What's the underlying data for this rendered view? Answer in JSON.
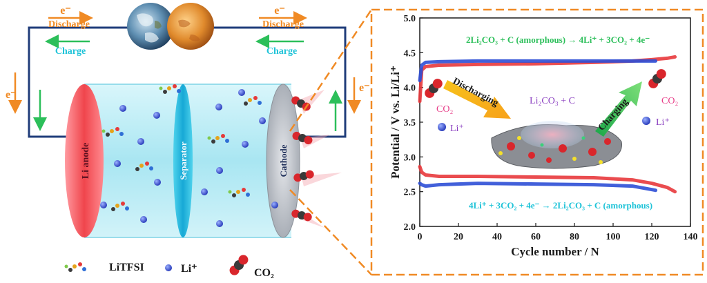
{
  "colors": {
    "orange": "#f08a24",
    "green": "#2cbf5a",
    "cyan": "#1ec3d8",
    "navy": "#1f3c7a",
    "red_series": "#e8383c",
    "blue_series": "#2e4fd6",
    "pink": "#e8408a",
    "purple": "#8a3fc0",
    "electrolyte": "#bfeef6"
  },
  "circuit": {
    "electron_label": "e⁻",
    "discharge_label": "Discharge",
    "charge_label": "Charge",
    "left_electron": "e⁻",
    "right_electron": "e⁻"
  },
  "cell": {
    "anode_label": "Li anode",
    "separator_label": "Separator",
    "cathode_label": "Cathode"
  },
  "legend": {
    "litfsi": "LiTFSI",
    "li_ion": "Li⁺",
    "co2": "CO₂"
  },
  "inset": {
    "top_equation": "2Li₂CO₃ + C (amorphous) → 4Li⁺ + 3CO₂ + 4e⁻",
    "bottom_equation": "4Li⁺ + 3CO₂ + 4e⁻ → 2Li₂CO₃ + C (amorphous)",
    "discharging_label": "Discharging",
    "charging_label": "Charging",
    "product_label": "Li₂CO₃ + C",
    "co2_left": "CO₂",
    "li_left": "Li⁺",
    "co2_right": "CO₂",
    "li_right": "Li⁺"
  },
  "chart_data": {
    "type": "line",
    "xlabel": "Cycle number / N",
    "ylabel": "Potential / V vs. Li/Li⁺",
    "xlim": [
      0,
      140
    ],
    "ylim": [
      2.0,
      5.0
    ],
    "xticks": [
      0,
      20,
      40,
      60,
      80,
      100,
      120,
      140
    ],
    "yticks": [
      2.0,
      2.5,
      3.0,
      3.5,
      4.0,
      4.5,
      5.0
    ],
    "series": [
      {
        "color": "#e8383c",
        "x": [
          0,
          1,
          3,
          10,
          30,
          60,
          90,
          110,
          120,
          128,
          132
        ],
        "y": [
          3.8,
          4.25,
          4.3,
          4.32,
          4.33,
          4.34,
          4.36,
          4.38,
          4.4,
          4.42,
          4.44
        ]
      },
      {
        "color": "#2e4fd6",
        "x": [
          0,
          1,
          3,
          10,
          30,
          60,
          90,
          110,
          122
        ],
        "y": [
          4.1,
          4.32,
          4.36,
          4.37,
          4.38,
          4.38,
          4.38,
          4.38,
          4.38
        ]
      },
      {
        "color": "#e8383c",
        "x": [
          0,
          1,
          3,
          10,
          30,
          60,
          90,
          110,
          120,
          128,
          132
        ],
        "y": [
          2.86,
          2.78,
          2.74,
          2.72,
          2.72,
          2.71,
          2.7,
          2.67,
          2.62,
          2.56,
          2.5
        ]
      },
      {
        "color": "#2e4fd6",
        "x": [
          0,
          1,
          3,
          10,
          30,
          60,
          90,
          110,
          122
        ],
        "y": [
          2.62,
          2.6,
          2.58,
          2.6,
          2.62,
          2.61,
          2.6,
          2.58,
          2.52
        ]
      }
    ]
  }
}
